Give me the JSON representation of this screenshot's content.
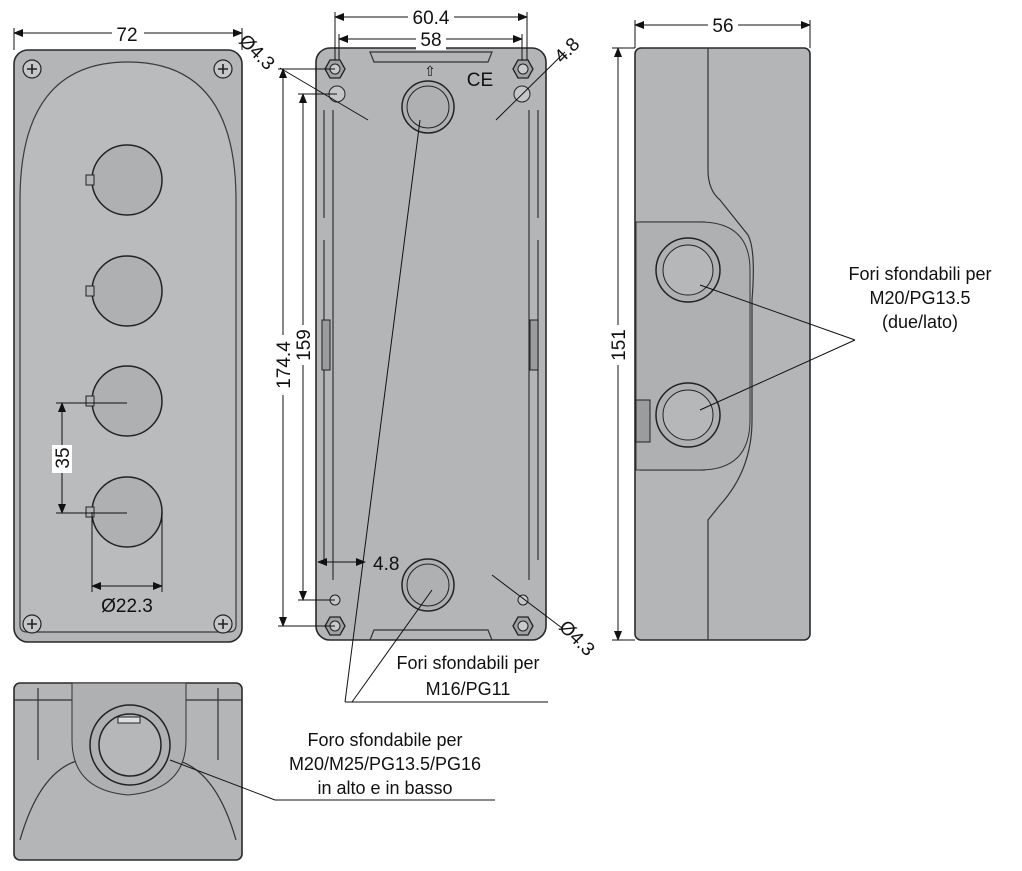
{
  "front_view": {
    "width_dim": "72",
    "pitch_dim": "35",
    "hole_dim": "Ø22.3"
  },
  "back_view": {
    "outer_width_dim": "60.4",
    "inner_width_dim": "58",
    "outer_height_dim": "174.4",
    "inner_height_dim": "159",
    "top_hole_dim": "Ø4.3",
    "top_offset_dim": "4.8",
    "bottom_offset_dim": "4.8",
    "bottom_hole_dim": "Ø4.3",
    "ce_mark": "CE",
    "note_line1": "Fori sfondabili per",
    "note_line2": "M16/PG11"
  },
  "side_view": {
    "depth_dim": "56",
    "height_dim": "151",
    "note_line1": "Fori sfondabili per",
    "note_line2": "M20/PG13.5",
    "note_line3": "(due/lato)"
  },
  "bottom_view": {
    "note_line1": "Foro sfondabile per",
    "note_line2": "M20/M25/PG13.5/PG16",
    "note_line3": "in alto e in basso"
  }
}
